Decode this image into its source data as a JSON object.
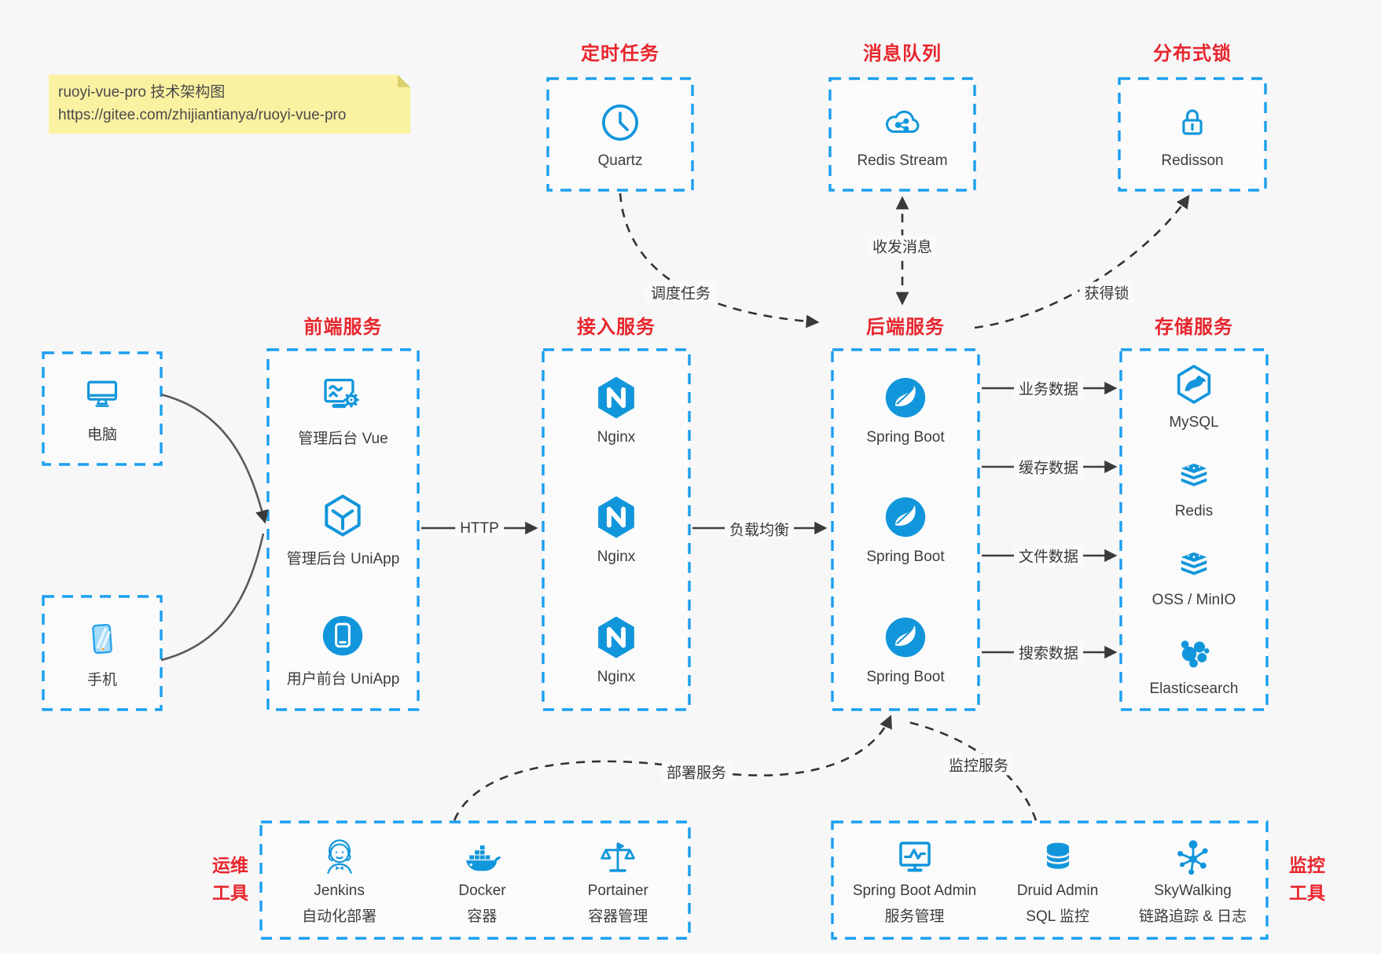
{
  "title_note": {
    "line1": "ruoyi-vue-pro 技术架构图",
    "line2": "https://gitee.com/zhijiantianya/ruoyi-vue-pro"
  },
  "colors": {
    "accent_blue": "#1b9ff0",
    "icon_blue": "#1296db",
    "title_red": "#e8262d",
    "arrow_dark": "#3c3c3c",
    "note_yellow": "#faf1a1",
    "background": "#f7f7f8"
  },
  "top_groups": [
    {
      "title": "定时任务",
      "item": {
        "label": "Quartz",
        "icon": "clock-icon"
      }
    },
    {
      "title": "消息队列",
      "item": {
        "label": "Redis Stream",
        "icon": "cloud-share-icon"
      }
    },
    {
      "title": "分布式锁",
      "item": {
        "label": "Redisson",
        "icon": "lock-icon"
      }
    }
  ],
  "clients": [
    {
      "label": "电脑",
      "icon": "desktop-icon"
    },
    {
      "label": "手机",
      "icon": "mobile-icon"
    }
  ],
  "columns": [
    {
      "title": "前端服务",
      "items": [
        {
          "label": "管理后台 Vue",
          "icon": "admin-vue-icon"
        },
        {
          "label": "管理后台 UniApp",
          "icon": "uniapp-cube-icon"
        },
        {
          "label": "用户前台 UniApp",
          "icon": "user-app-icon"
        }
      ]
    },
    {
      "title": "接入服务",
      "items": [
        {
          "label": "Nginx",
          "icon": "nginx-icon"
        },
        {
          "label": "Nginx",
          "icon": "nginx-icon"
        },
        {
          "label": "Nginx",
          "icon": "nginx-icon"
        }
      ]
    },
    {
      "title": "后端服务",
      "items": [
        {
          "label": "Spring Boot",
          "icon": "spring-boot-icon"
        },
        {
          "label": "Spring Boot",
          "icon": "spring-boot-icon"
        },
        {
          "label": "Spring Boot",
          "icon": "spring-boot-icon"
        }
      ]
    },
    {
      "title": "存储服务",
      "items": [
        {
          "label": "MySQL",
          "icon": "mysql-icon"
        },
        {
          "label": "Redis",
          "icon": "redis-stack-icon"
        },
        {
          "label": "OSS / MinIO",
          "icon": "redis-stack-icon"
        },
        {
          "label": "Elasticsearch",
          "icon": "elasticsearch-icon"
        }
      ]
    }
  ],
  "bottom_groups": [
    {
      "side_label": {
        "line1": "运维",
        "line2": "工具"
      },
      "items": [
        {
          "name": "Jenkins",
          "subtitle": "自动化部署",
          "icon": "jenkins-icon"
        },
        {
          "name": "Docker",
          "subtitle": "容器",
          "icon": "docker-icon"
        },
        {
          "name": "Portainer",
          "subtitle": "容器管理",
          "icon": "portainer-icon"
        }
      ]
    },
    {
      "side_label": {
        "line1": "监控",
        "line2": "工具"
      },
      "items": [
        {
          "name": "Spring Boot Admin",
          "subtitle": "服务管理",
          "icon": "sba-monitor-icon"
        },
        {
          "name": "Druid Admin",
          "subtitle": "SQL 监控",
          "icon": "druid-db-icon"
        },
        {
          "name": "SkyWalking",
          "subtitle": "链路追踪 & 日志",
          "icon": "skywalking-icon"
        }
      ]
    }
  ],
  "edges": {
    "http": "HTTP",
    "load_balance": "负载均衡",
    "schedule_task": "调度任务",
    "send_receive_message": "收发消息",
    "acquire_lock": "获得锁",
    "business_data": "业务数据",
    "cache_data": "缓存数据",
    "file_data": "文件数据",
    "search_data": "搜索数据",
    "deploy_service": "部署服务",
    "monitor_service": "监控服务"
  }
}
